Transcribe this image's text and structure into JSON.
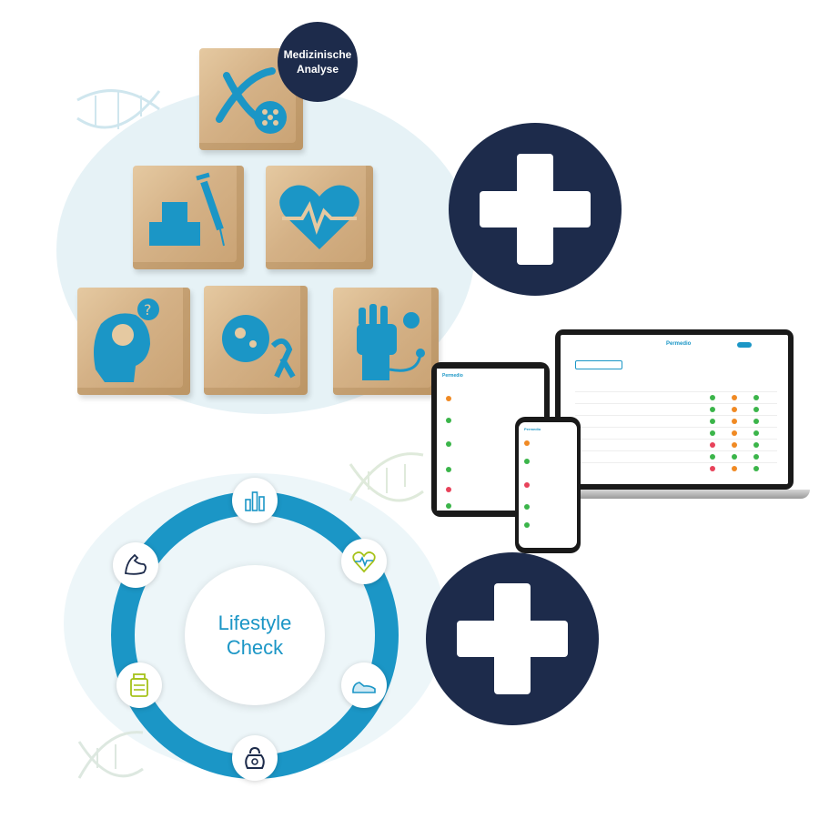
{
  "badge": {
    "line1": "Medizinische",
    "line2": "Analyse"
  },
  "lifestyle": {
    "line1": "Lifestyle",
    "line2": "Check"
  },
  "app": {
    "brand": "Permedio"
  },
  "colors": {
    "navy": "#1d2b4b",
    "accent": "#1b96c6",
    "wood": "#d4b186",
    "lime": "#b7d62a",
    "ok": "#3bb54a",
    "warn": "#f08a24",
    "bad": "#e8425a"
  },
  "cubes": [
    {
      "icon": "dna-molecule-icon"
    },
    {
      "icon": "sugar-cubes-syringe-icon"
    },
    {
      "icon": "heart-pulse-icon"
    },
    {
      "icon": "brain-question-icon"
    },
    {
      "icon": "cancer-cell-ribbon-icon"
    },
    {
      "icon": "fist-virus-icon"
    }
  ],
  "lifestyle_icons": [
    "bar-chart-icon",
    "heart-rate-icon",
    "sneaker-icon",
    "kettlebell-icon",
    "supplement-jar-icon",
    "muscle-arm-icon"
  ]
}
